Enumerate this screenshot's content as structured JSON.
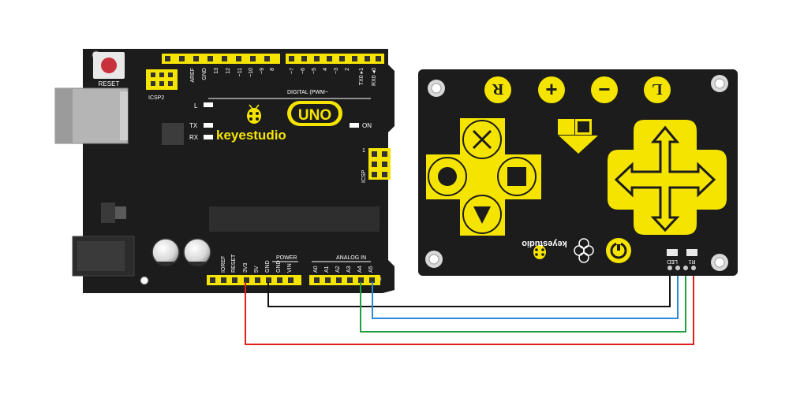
{
  "colors": {
    "board": "#1c1c1c",
    "accent": "#f5e400",
    "wire_5v": "#e02020",
    "wire_gnd": "#111111",
    "wire_a4": "#20a040",
    "wire_a5": "#2a8ad8"
  },
  "arduino": {
    "reset_label": "RESET",
    "icsp2_label": "ICSP2",
    "l_label": "L",
    "tx_label": "TX",
    "rx_label": "RX",
    "brand": "keyestudio",
    "model": "UNO",
    "on_label": "ON",
    "digital_label": "DIGITAL (PWM~",
    "icsp_label": "ICSP",
    "icsp_pin1": "1",
    "power_label": "POWER",
    "analog_label": "ANALOG IN",
    "digital_pins": [
      "AREF",
      "GND",
      "13",
      "12",
      "~11",
      "~10",
      "~9",
      "8",
      "~7",
      "~6",
      "~5",
      "4",
      "~3",
      "2",
      "TX0 ▸1",
      "RX0 ◂0"
    ],
    "power_pins": [
      "IOREF",
      "RESET",
      "3V3",
      "5V",
      "GND",
      "GND",
      "VIN"
    ],
    "analog_pins": [
      "A0",
      "A1",
      "A2",
      "A3",
      "A4",
      "A5"
    ]
  },
  "gamepad": {
    "btn_r": "R",
    "btn_plus": "+",
    "btn_minus": "−",
    "btn_l": "L",
    "brand": "keyestudio",
    "pin_led": "LED",
    "pin_r1": "R1"
  }
}
